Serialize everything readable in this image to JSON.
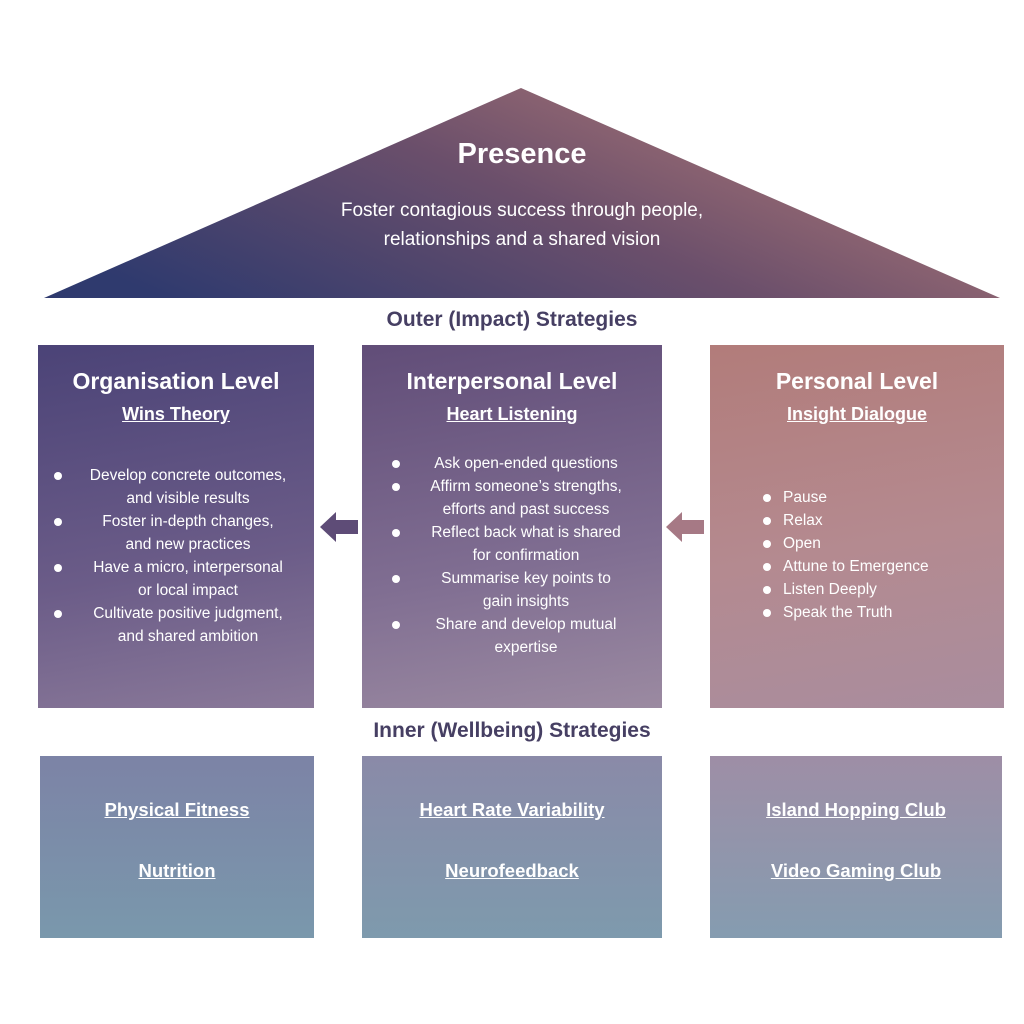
{
  "presence": {
    "title": "Presence",
    "subtitle_line1": "Foster contagious success through people,",
    "subtitle_line2": "relationships and a shared vision"
  },
  "outer_heading": "Outer (Impact) Strategies",
  "inner_heading": "Inner (Wellbeing) Strategies",
  "columns": [
    {
      "title": "Organisation Level",
      "subtitle": "Wins Theory",
      "bullets": [
        [
          "Develop concrete outcomes,",
          "and visible results"
        ],
        [
          "Foster in-depth changes,",
          "and new practices"
        ],
        [
          "Have a micro, interpersonal",
          "or local impact"
        ],
        [
          "Cultivate positive judgment,",
          "and shared ambition"
        ]
      ]
    },
    {
      "title": "Interpersonal Level",
      "subtitle": "Heart Listening",
      "bullets": [
        [
          "Ask open-ended questions"
        ],
        [
          "Affirm someone’s strengths,",
          "efforts and past success"
        ],
        [
          "Reflect back what is shared",
          "for confirmation"
        ],
        [
          "Summarise key points to",
          "gain insights"
        ],
        [
          "Share and develop mutual",
          "expertise"
        ]
      ]
    },
    {
      "title": "Personal Level",
      "subtitle": "Insight Dialogue",
      "bullets": [
        [
          "Pause"
        ],
        [
          "Relax"
        ],
        [
          "Open"
        ],
        [
          "Attune to Emergence"
        ],
        [
          "Listen Deeply"
        ],
        [
          "Speak the Truth"
        ]
      ]
    }
  ],
  "wellbeing": [
    {
      "link1": "Physical Fitness",
      "link2": "Nutrition"
    },
    {
      "link1": "Heart Rate Variability",
      "link2": "Neurofeedback"
    },
    {
      "link1": "Island Hopping Club",
      "link2": "Video Gaming Club"
    }
  ],
  "colors": {
    "navy": "#313a6b",
    "plum": "#6d4e6c",
    "rose": "#b77c78",
    "heading": "#463f63",
    "teal": "#7a9aac",
    "arrow_left": "#5e4c77",
    "arrow_right": "#a67985"
  },
  "icons": [
    "left-arrow-icon",
    "left-arrow-icon",
    "bullet-dot-icon"
  ]
}
